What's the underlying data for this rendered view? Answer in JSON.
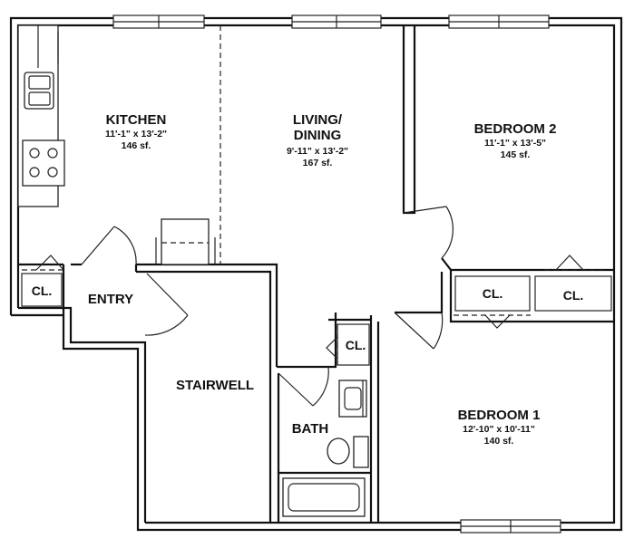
{
  "rooms": {
    "kitchen": {
      "name": "KITCHEN",
      "dims": "11'-1\" x 13'-2\"",
      "area": "146 sf."
    },
    "living": {
      "name_line1": "LIVING/",
      "name_line2": "DINING",
      "dims": "9'-11\" x 13'-2\"",
      "area": "167 sf."
    },
    "bedroom2": {
      "name": "BEDROOM 2",
      "dims": "11'-1\" x 13'-5\"",
      "area": "145 sf."
    },
    "bedroom1": {
      "name": "BEDROOM 1",
      "dims": "12'-10\" x 10'-11\"",
      "area": "140 sf."
    },
    "entry": {
      "name": "ENTRY"
    },
    "stairwell": {
      "name": "STAIRWELL"
    },
    "bath": {
      "name": "BATH"
    }
  },
  "closets": {
    "kitchen_closet": "CL.",
    "bath_closet": "CL.",
    "bedroom2_closet": "CL.",
    "bedroom1_closet": "CL."
  }
}
